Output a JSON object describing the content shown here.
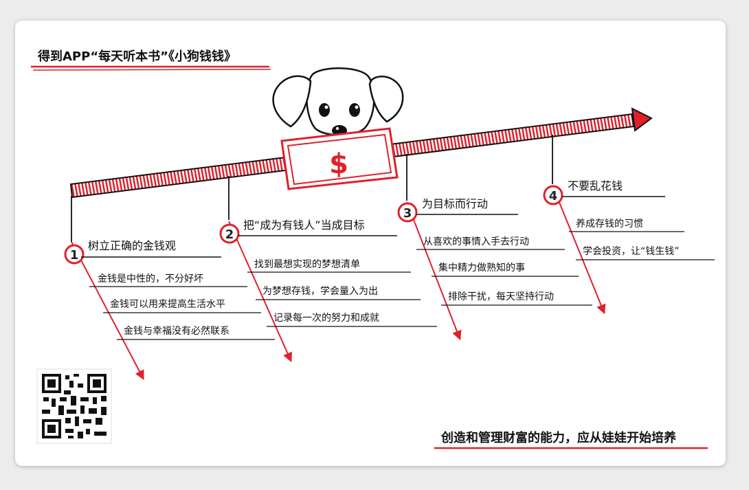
{
  "header": {
    "title": "得到APP“每天听本书”《小狗钱钱》"
  },
  "icons": {
    "mascot": "dog-head-icon",
    "money": "dollar-sign-icon",
    "qr": "qr-code-icon"
  },
  "colors": {
    "accent": "#e0202a",
    "ink": "#111111"
  },
  "money_symbol": "$",
  "branches": [
    {
      "number": "1",
      "title": "树立正确的金钱观",
      "items": [
        "金钱是中性的，不分好坏",
        "金钱可以用来提高生活水平",
        "金钱与幸福没有必然联系"
      ]
    },
    {
      "number": "2",
      "title": "把“成为有钱人”当成目标",
      "items": [
        "找到最想实现的梦想清单",
        "为梦想存钱，学会量入为出",
        "记录每一次的努力和成就"
      ]
    },
    {
      "number": "3",
      "title": "为目标而行动",
      "items": [
        "从喜欢的事情入手去行动",
        "集中精力做熟知的事",
        "排除干扰，每天坚持行动"
      ]
    },
    {
      "number": "4",
      "title": "不要乱花钱",
      "items": [
        "养成存钱的习惯",
        "学会投资，让“钱生钱”"
      ]
    }
  ],
  "footer": {
    "slogan": "创造和管理财富的能力，应从娃娃开始培养"
  }
}
